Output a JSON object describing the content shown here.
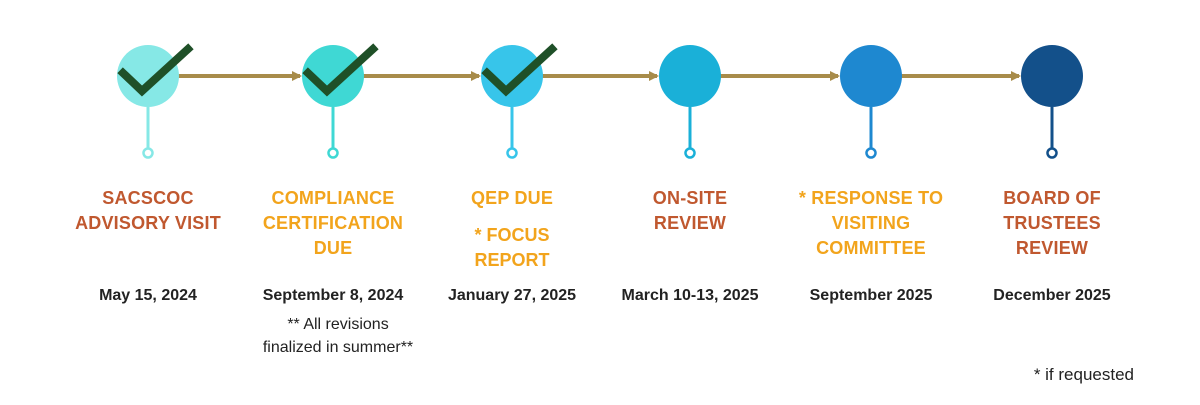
{
  "colors": {
    "arrow": "#a88c4a",
    "check": "#1f5028",
    "title_primary": "#c0582f",
    "title_secondary": "#f2a41c",
    "date": "#222222"
  },
  "milestones": [
    {
      "title_lines": [
        "SACSCOC",
        "ADVISORY VISIT"
      ],
      "title_color": "#c0582f",
      "date": "May 15, 2024",
      "completed": true,
      "circle_color": "#86e8e6"
    },
    {
      "title_lines": [
        "COMPLIANCE",
        "CERTIFICATION",
        "DUE"
      ],
      "title_color": "#f2a41c",
      "date": "September 8, 2024",
      "note_lines": [
        "** All revisions",
        "finalized in summer**"
      ],
      "completed": true,
      "circle_color": "#3fd8d4"
    },
    {
      "title_lines": [
        "QEP  DUE"
      ],
      "sub_title_lines": [
        "* FOCUS",
        "REPORT"
      ],
      "title_color": "#f2a41c",
      "date": "January 27, 2025",
      "completed": true,
      "circle_color": "#37c5ea"
    },
    {
      "title_lines": [
        "ON-SITE",
        "REVIEW"
      ],
      "title_color": "#c0582f",
      "date": "March 10-13, 2025",
      "completed": false,
      "circle_color": "#1ab0d8"
    },
    {
      "title_lines": [
        "* RESPONSE TO",
        "VISITING",
        "COMMITTEE"
      ],
      "title_color": "#f2a41c",
      "date": "September 2025",
      "completed": false,
      "circle_color": "#1e88d0"
    },
    {
      "title_lines": [
        "BOARD OF",
        "TRUSTEES",
        "REVIEW"
      ],
      "title_color": "#c0582f",
      "date": "December 2025",
      "completed": false,
      "circle_color": "#13508a"
    }
  ],
  "footnote": "* if requested"
}
